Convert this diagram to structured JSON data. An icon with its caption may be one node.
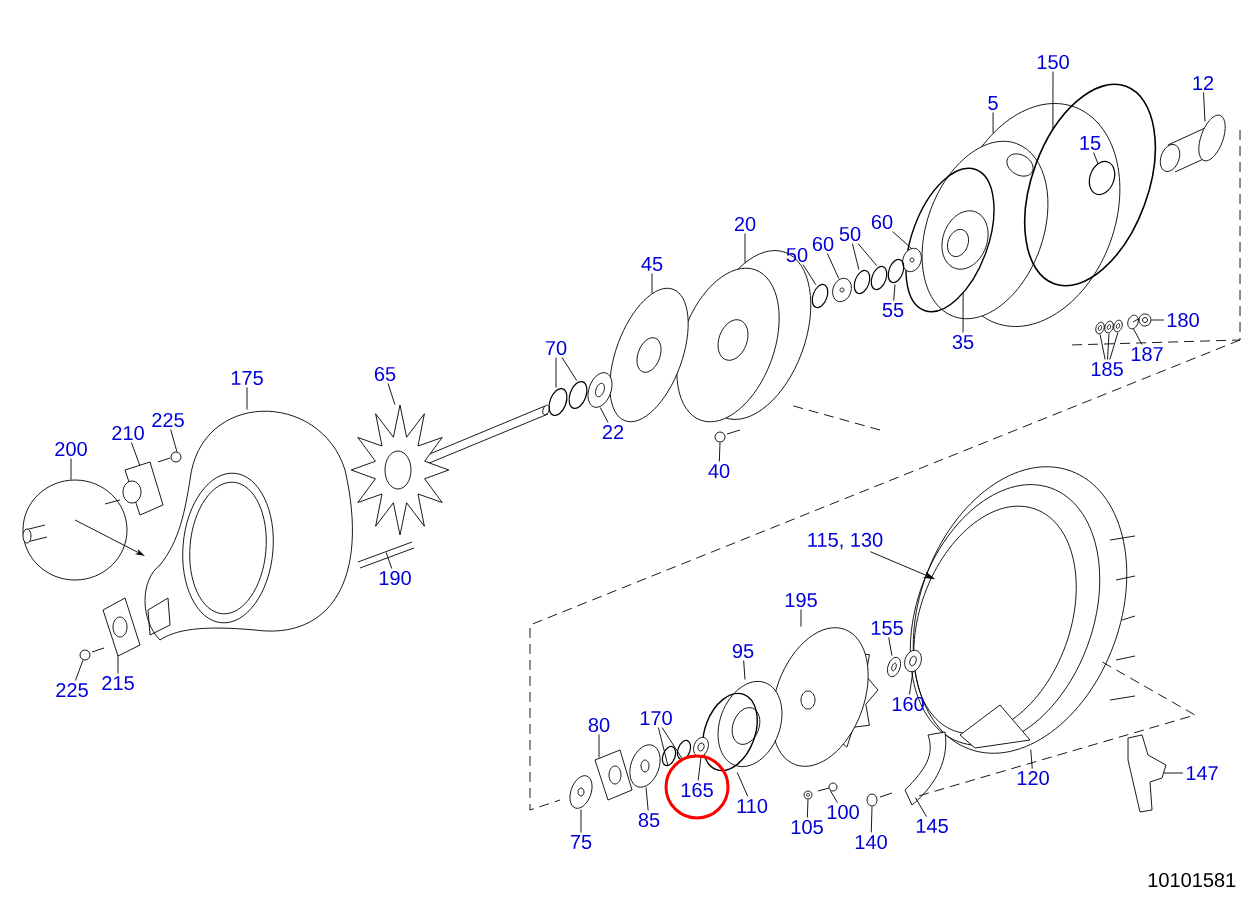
{
  "diagram": {
    "nodes": [
      {
        "text": [
          "150"
        ]
      },
      {
        "text": [
          "12"
        ]
      },
      {
        "text": [
          "5"
        ]
      },
      {
        "text": [
          "15"
        ]
      },
      {
        "text": [
          "20"
        ]
      },
      {
        "text": [
          "60"
        ]
      },
      {
        "text": [
          "50"
        ]
      },
      {
        "text": [
          "60"
        ]
      },
      {
        "text": [
          "50"
        ]
      },
      {
        "text": [
          "45"
        ]
      },
      {
        "text": [
          "55"
        ]
      },
      {
        "text": [
          "180"
        ]
      },
      {
        "text": [
          "35"
        ]
      },
      {
        "text": [
          "70"
        ]
      },
      {
        "text": [
          "187"
        ]
      },
      {
        "text": [
          "185"
        ]
      },
      {
        "text": [
          "175"
        ]
      },
      {
        "text": [
          "65"
        ]
      },
      {
        "text": [
          "225"
        ]
      },
      {
        "text": [
          "210"
        ]
      },
      {
        "text": [
          "22"
        ]
      },
      {
        "text": [
          "200"
        ]
      },
      {
        "text": [
          "40"
        ]
      },
      {
        "text": [
          "115, 130"
        ]
      },
      {
        "text": [
          "190"
        ]
      },
      {
        "text": [
          "195"
        ]
      },
      {
        "text": [
          "155"
        ]
      },
      {
        "text": [
          "95"
        ]
      },
      {
        "text": [
          "225"
        ]
      },
      {
        "text": [
          "215"
        ]
      },
      {
        "text": [
          "160"
        ]
      },
      {
        "text": [
          "170"
        ]
      },
      {
        "text": [
          "80"
        ]
      },
      {
        "text": [
          "147"
        ]
      },
      {
        "text": [
          "120"
        ]
      },
      {
        "text": [
          "165"
        ]
      },
      {
        "text": [
          "110"
        ]
      },
      {
        "text": [
          "100"
        ]
      },
      {
        "text": [
          "85"
        ]
      },
      {
        "text": [
          "145"
        ]
      },
      {
        "text": [
          "105"
        ]
      },
      {
        "text": [
          "75"
        ]
      },
      {
        "text": [
          "140"
        ]
      },
      {
        "text": [],
        "shape": "picture"
      },
      {
        "text": [],
        "shape": "picture"
      },
      {
        "text": [],
        "shape": "picture"
      },
      {
        "text": [],
        "shape": "picture"
      },
      {
        "text": [],
        "shape": "picture"
      },
      {
        "text": [],
        "shape": "picture"
      },
      {
        "text": [],
        "shape": "picture"
      },
      {
        "text": [],
        "shape": "picture"
      },
      {
        "text": [],
        "shape": "picture"
      },
      {
        "text": [],
        "shape": "picture"
      },
      {
        "text": [],
        "shape": "picture"
      },
      {
        "text": [],
        "shape": "picture"
      },
      {
        "text": [],
        "shape": "picture"
      },
      {
        "text": [],
        "shape": "picture"
      },
      {
        "text": [],
        "shape": "picture"
      },
      {
        "text": [],
        "shape": "picture"
      },
      {
        "text": [],
        "shape": "picture"
      },
      {
        "text": [],
        "shape": "picture"
      },
      {
        "text": [],
        "shape": "picture"
      },
      {
        "text": [],
        "shape": "picture"
      },
      {
        "text": [],
        "shape": "picture"
      },
      {
        "text": [],
        "shape": "picture"
      },
      {
        "text": [],
        "shape": "picture"
      },
      {
        "text": [],
        "shape": "picture"
      },
      {
        "text": [],
        "shape": "picture"
      },
      {
        "text": [],
        "shape": "picture"
      },
      {
        "text": [],
        "shape": "picture"
      },
      {
        "text": [],
        "shape": "picture"
      },
      {
        "text": [],
        "shape": "picture"
      },
      {
        "text": [],
        "shape": "picture"
      },
      {
        "text": [],
        "shape": "picture"
      },
      {
        "text": [],
        "shape": "picture"
      },
      {
        "text": [],
        "shape": "picture"
      },
      {
        "text": [],
        "shape": "picture"
      },
      {
        "text": [],
        "shape": "picture"
      },
      {
        "text": [],
        "shape": "picture"
      },
      {
        "text": [],
        "shape": "picture"
      },
      {
        "text": [],
        "shape": "picture"
      },
      {
        "text": [],
        "shape": "picture"
      },
      {
        "text": [],
        "shape": "picture"
      },
      {
        "text": [],
        "shape": "picture"
      },
      {
        "text": [],
        "shape": "picture"
      },
      {
        "text": [],
        "shape": "picture"
      },
      {
        "text": [],
        "shape": "picture"
      },
      {
        "text": [],
        "shape": "picture"
      },
      {
        "text": [],
        "shape": "picture"
      },
      {
        "text": [],
        "shape": "picture"
      }
    ],
    "edges": [
      {
        "from": 0,
        "to": 81,
        "arrow": "none"
      },
      {
        "from": 1,
        "to": 89,
        "arrow": "none"
      },
      {
        "from": 2,
        "to": 79,
        "arrow": "none"
      },
      {
        "from": 3,
        "to": 82,
        "arrow": "none"
      },
      {
        "from": 4,
        "to": 64,
        "arrow": "none"
      },
      {
        "from": 5,
        "to": 75,
        "arrow": "none"
      },
      {
        "from": 6,
        "to": 70,
        "arrow": "none"
      },
      {
        "from": 6,
        "to": 72,
        "arrow": "none"
      },
      {
        "from": 7,
        "to": 69,
        "arrow": "none"
      },
      {
        "from": 8,
        "to": 67,
        "arrow": "none"
      },
      {
        "from": 9,
        "to": 57,
        "arrow": "none"
      },
      {
        "from": 10,
        "to": 74,
        "arrow": "none"
      },
      {
        "from": 11,
        "to": 87,
        "arrow": "none"
      },
      {
        "from": 12,
        "to": 78,
        "arrow": "none"
      },
      {
        "from": 13,
        "to": 51,
        "arrow": "none"
      },
      {
        "from": 13,
        "to": 53,
        "arrow": "none"
      },
      {
        "from": 14,
        "to": 86,
        "arrow": "none"
      },
      {
        "from": 15,
        "to": 83,
        "arrow": "none"
      },
      {
        "from": 15,
        "to": 84,
        "arrow": "none"
      },
      {
        "from": 15,
        "to": 85,
        "arrow": "none"
      },
      {
        "from": 16,
        "to": 48,
        "arrow": "none"
      },
      {
        "from": 17,
        "to": 49,
        "arrow": "none"
      },
      {
        "from": 18,
        "to": 47,
        "arrow": "none"
      },
      {
        "from": 19,
        "to": 46,
        "arrow": "none"
      },
      {
        "from": 20,
        "to": 55,
        "arrow": "none"
      },
      {
        "from": 21,
        "to": 43,
        "arrow": "none"
      },
      {
        "from": 22,
        "to": 61,
        "arrow": "none"
      },
      {
        "from": 23,
        "to": 80,
        "arrow": "to"
      },
      {
        "from": 24,
        "to": 50,
        "arrow": "none"
      },
      {
        "from": 25,
        "to": 65,
        "arrow": "none"
      },
      {
        "from": 26,
        "to": 73,
        "arrow": "none"
      },
      {
        "from": 27,
        "to": 63,
        "arrow": "none"
      },
      {
        "from": 28,
        "to": 44,
        "arrow": "none"
      },
      {
        "from": 29,
        "to": 45,
        "arrow": "none"
      },
      {
        "from": 30,
        "to": 76,
        "arrow": "none"
      },
      {
        "from": 31,
        "to": 58,
        "arrow": "none"
      },
      {
        "from": 31,
        "to": 59,
        "arrow": "none"
      },
      {
        "from": 32,
        "to": 54,
        "arrow": "none"
      },
      {
        "from": 33,
        "to": 88,
        "arrow": "none"
      },
      {
        "from": 34,
        "to": 80,
        "arrow": "none"
      },
      {
        "from": 35,
        "to": 60,
        "arrow": "none"
      },
      {
        "from": 36,
        "to": 62,
        "arrow": "none"
      },
      {
        "from": 37,
        "to": 68,
        "arrow": "none"
      },
      {
        "from": 38,
        "to": 56,
        "arrow": "none"
      },
      {
        "from": 39,
        "to": 77,
        "arrow": "none"
      },
      {
        "from": 40,
        "to": 66,
        "arrow": "none"
      },
      {
        "from": 41,
        "to": 52,
        "arrow": "none"
      },
      {
        "from": 42,
        "to": 71,
        "arrow": "none"
      },
      {
        "from": 80,
        "to": 77,
        "arrow": "none",
        "style": "dashed"
      }
    ],
    "labels": [
      "10101581"
    ]
  }
}
